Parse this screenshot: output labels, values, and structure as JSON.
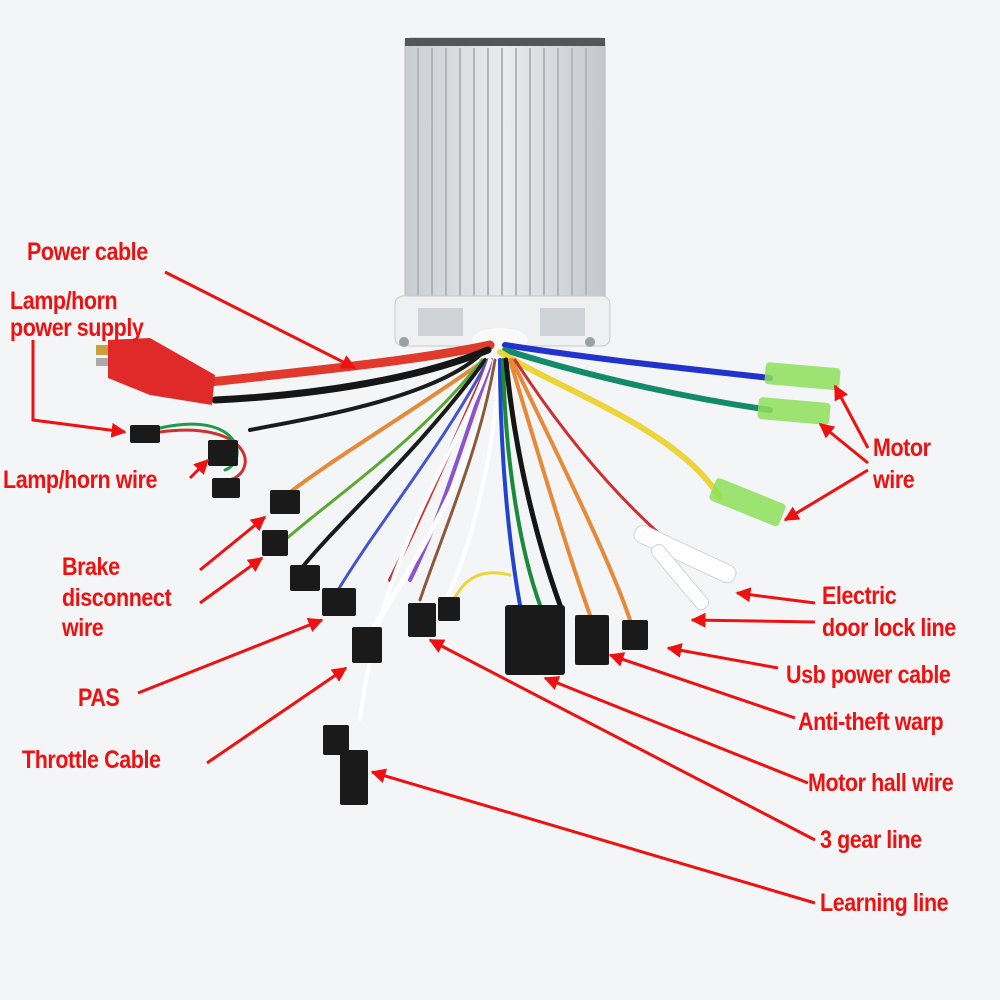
{
  "diagram": {
    "subject": "E-bike brushless motor controller wiring",
    "colors": {
      "annotation": "#ee1111",
      "background": "#f4f5f7",
      "housing": "#d9dcdf"
    },
    "labels": {
      "power_cable": "Power cable",
      "lamp_horn_power_1": "Lamp/horn",
      "lamp_horn_power_2": "power supply",
      "lamp_horn_wire": "Lamp/horn wire",
      "brake_1": "Brake",
      "brake_2": "disconnect",
      "brake_3": "wire",
      "pas": "PAS",
      "throttle": "Throttle Cable",
      "motor_1": "Motor",
      "motor_2": "wire",
      "door_lock_1": "Electric",
      "door_lock_2": "door lock line",
      "usb": "Usb power cable",
      "anti_theft": "Anti-theft warp",
      "hall": "Motor hall wire",
      "gear": "3 gear line",
      "learning": "Learning line"
    }
  }
}
